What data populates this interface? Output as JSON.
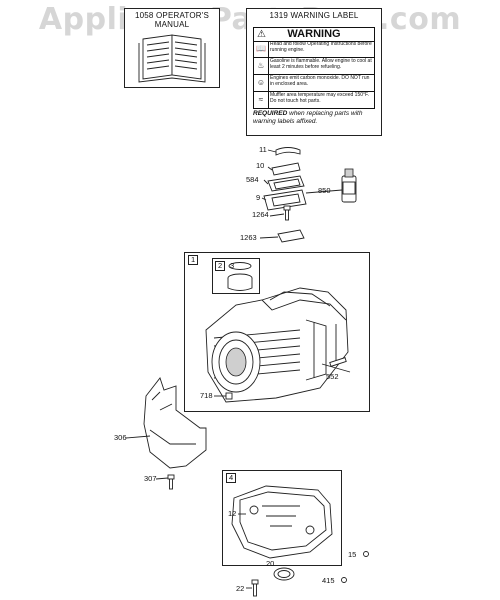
{
  "watermark": "AppliancePartsPros.com",
  "manual_box": {
    "label": "1058 OPERATOR'S MANUAL"
  },
  "warning_box": {
    "label": "1319 WARNING LABEL",
    "heading": "WARNING",
    "rows": [
      {
        "icon": "manual-icon",
        "text": "Read and follow Operating Instructions before running engine."
      },
      {
        "icon": "fire-icon",
        "text": "Gasoline is flammable. Allow engine to cool at least 2 minutes before refueling."
      },
      {
        "icon": "fumes-icon",
        "text": "Engines emit carbon monoxide. DO NOT run in enclosed area."
      },
      {
        "icon": "hot-surface-icon",
        "text": "Muffler area temperature may exceed 150°F. Do not touch hot parts."
      }
    ],
    "required_bold": "REQUIRED",
    "required_text": "when replacing parts with warning labels affixed."
  },
  "parts": {
    "p11": "11",
    "p10": "10",
    "p584": "584",
    "p9": "9",
    "p850": "850",
    "p1264": "1264",
    "p1263": "1263",
    "p1": "1",
    "p2": "2",
    "p3": "3",
    "p552": "552",
    "p718": "718",
    "p306": "306",
    "p307": "307",
    "p4": "4",
    "p12": "12",
    "p15": "15",
    "p20": "20",
    "p415": "415",
    "p22": "22"
  }
}
